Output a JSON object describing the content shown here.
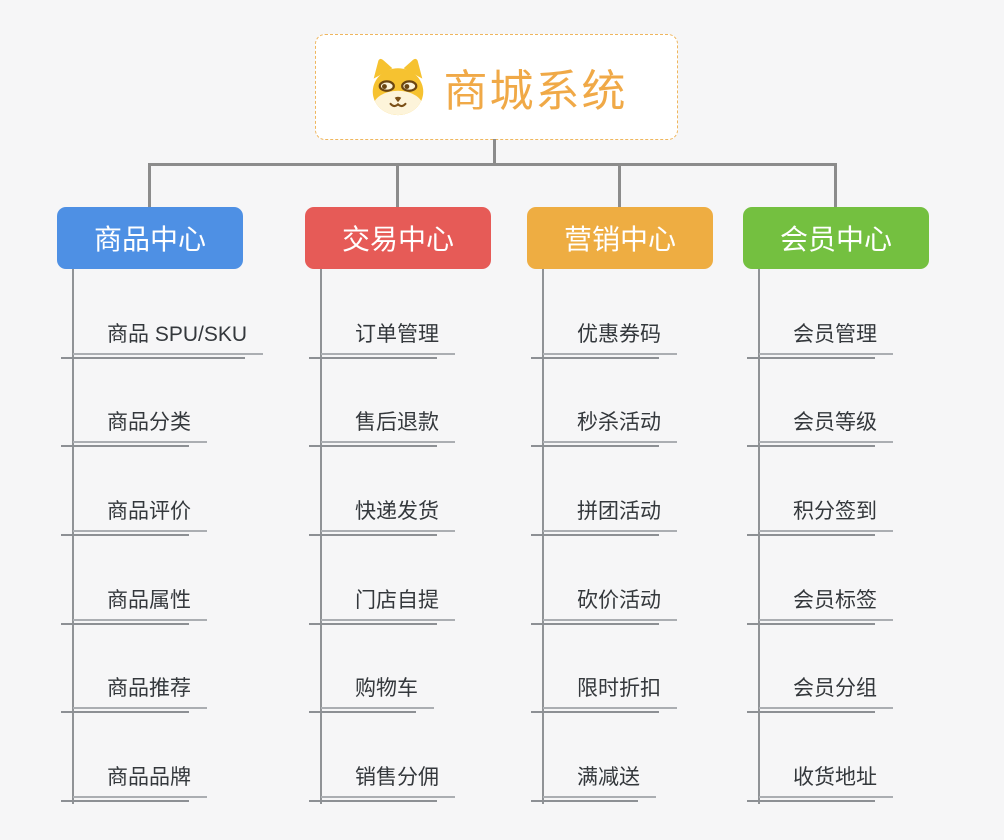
{
  "root": {
    "title": "商城系统",
    "icon": "dog-face-icon"
  },
  "branches": [
    {
      "label": "商品中心",
      "color": "#4e90e4",
      "children": [
        "商品 SPU/SKU",
        "商品分类",
        "商品评价",
        "商品属性",
        "商品推荐",
        "商品品牌"
      ]
    },
    {
      "label": "交易中心",
      "color": "#e65b57",
      "children": [
        "订单管理",
        "售后退款",
        "快递发货",
        "门店自提",
        "购物车",
        "销售分佣"
      ]
    },
    {
      "label": "营销中心",
      "color": "#eead42",
      "children": [
        "优惠券码",
        "秒杀活动",
        "拼团活动",
        "砍价活动",
        "限时折扣",
        "满减送"
      ]
    },
    {
      "label": "会员中心",
      "color": "#74c040",
      "children": [
        "会员管理",
        "会员等级",
        "积分签到",
        "会员标签",
        "会员分组",
        "收货地址"
      ]
    }
  ],
  "colors": {
    "background": "#f6f6f7",
    "root_border": "#efb65e",
    "root_text": "#f0a947",
    "connector": "#8c8c8c",
    "leaf_text": "#34383c",
    "leaf_underline": "#abaeb2"
  }
}
